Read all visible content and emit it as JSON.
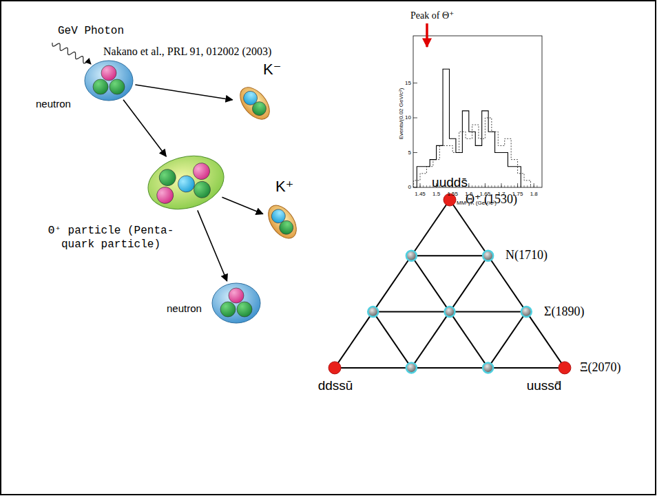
{
  "diagram": {
    "nodes": [
      {
        "text": [
          "neutron"
        ]
      },
      {
        "text": [
          "K⁻"
        ]
      },
      {
        "text": [
          "Θ⁺ particle (Penta-quark particle)"
        ]
      },
      {
        "text": [
          "K⁺"
        ]
      },
      {
        "text": [
          "neutron"
        ]
      }
    ],
    "edges": [
      {
        "from": 0,
        "to": 1,
        "arrow": "to"
      },
      {
        "from": 0,
        "to": 2,
        "arrow": "to"
      },
      {
        "from": 2,
        "to": 3,
        "arrow": "to"
      },
      {
        "from": 2,
        "to": 4,
        "arrow": "to"
      }
    ],
    "labels": [
      "Nakano et al., PRL 91, 012002 (2003)",
      "GeV Photon",
      "Peak of Θ⁺",
      "0",
      "5",
      "10",
      "15",
      "Events/(0.02 GeV/c²)",
      "1.45",
      "1.5",
      "1.55",
      "1.6",
      "1.65",
      "1.7",
      "1.75",
      "1.8",
      "MMᶜγK (GeV/c²)",
      "uudds̄",
      "Θ⁺ (1530)",
      "N(1710)",
      "Σ(1890)",
      "Ξ(2070)",
      "ddssū",
      "uussd̄"
    ]
  }
}
